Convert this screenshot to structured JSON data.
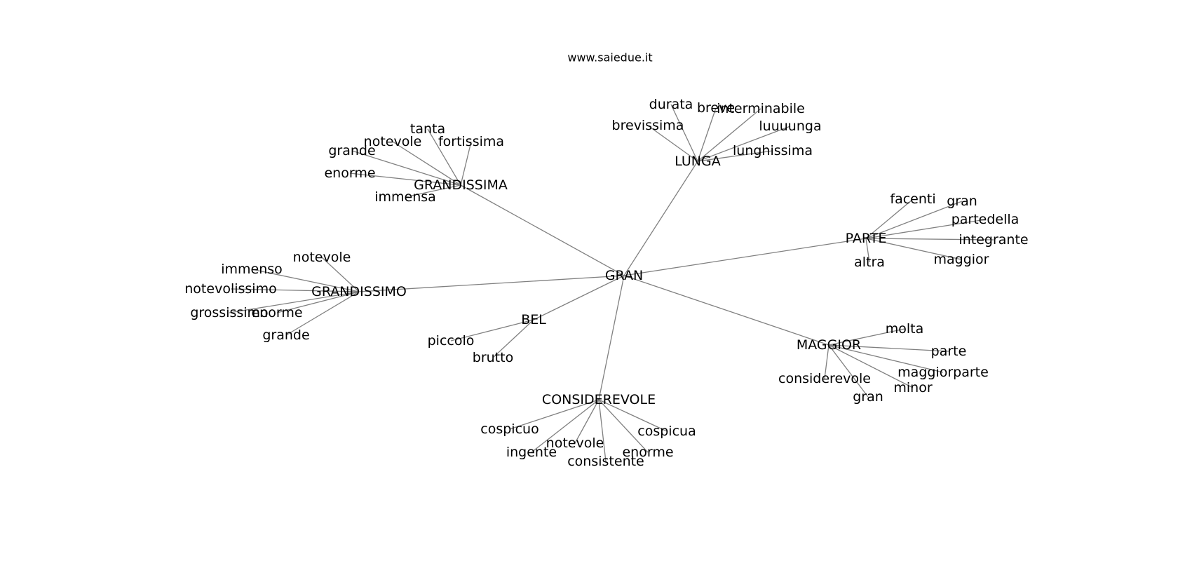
{
  "header": {
    "site": "www.saiedue.it"
  },
  "graph": {
    "root": "GRAN",
    "nodes": [
      {
        "id": "GRAN",
        "label": "GRAN"
      },
      {
        "id": "LUNGA",
        "label": "LUNGA"
      },
      {
        "id": "GRANDISSIMA",
        "label": "GRANDISSIMA"
      },
      {
        "id": "GRANDISSIMO",
        "label": "GRANDISSIMO"
      },
      {
        "id": "PARTE",
        "label": "PARTE"
      },
      {
        "id": "MAGGIOR",
        "label": "MAGGIOR"
      },
      {
        "id": "BEL",
        "label": "BEL"
      },
      {
        "id": "CONSIDEREVOLE",
        "label": "CONSIDEREVOLE"
      },
      {
        "id": "lunga-durata",
        "label": "durata"
      },
      {
        "id": "lunga-breve",
        "label": "breve"
      },
      {
        "id": "lunga-interminabile",
        "label": "interminabile"
      },
      {
        "id": "lunga-luuuunga",
        "label": "luuuunga"
      },
      {
        "id": "lunga-brevissima",
        "label": "brevissima"
      },
      {
        "id": "lunga-lunghissima",
        "label": "lunghissima"
      },
      {
        "id": "gma-tanta",
        "label": "tanta"
      },
      {
        "id": "gma-notevole",
        "label": "notevole"
      },
      {
        "id": "gma-fortissima",
        "label": "fortissima"
      },
      {
        "id": "gma-grande",
        "label": "grande"
      },
      {
        "id": "gma-enorme",
        "label": "enorme"
      },
      {
        "id": "gma-immensa",
        "label": "immensa"
      },
      {
        "id": "gmo-notevole",
        "label": "notevole"
      },
      {
        "id": "gmo-immenso",
        "label": "immenso"
      },
      {
        "id": "gmo-notevolissimo",
        "label": "notevolissimo"
      },
      {
        "id": "gmo-grossissimo",
        "label": "grossissimo"
      },
      {
        "id": "gmo-enorme",
        "label": "enorme"
      },
      {
        "id": "gmo-grande",
        "label": "grande"
      },
      {
        "id": "parte-facenti",
        "label": "facenti"
      },
      {
        "id": "parte-gran",
        "label": "gran"
      },
      {
        "id": "parte-partedella",
        "label": "partedella"
      },
      {
        "id": "parte-integrante",
        "label": "integrante"
      },
      {
        "id": "parte-maggior",
        "label": "maggior"
      },
      {
        "id": "parte-altra",
        "label": "altra"
      },
      {
        "id": "maggior-molta",
        "label": "molta"
      },
      {
        "id": "maggior-parte",
        "label": "parte"
      },
      {
        "id": "maggior-maggiorparte",
        "label": "maggiorparte"
      },
      {
        "id": "maggior-minor",
        "label": "minor"
      },
      {
        "id": "maggior-considerevole",
        "label": "considerevole"
      },
      {
        "id": "maggior-gran",
        "label": "gran"
      },
      {
        "id": "bel-piccolo",
        "label": "piccolo"
      },
      {
        "id": "bel-brutto",
        "label": "brutto"
      },
      {
        "id": "cons-cospicuo",
        "label": "cospicuo"
      },
      {
        "id": "cons-notevole",
        "label": "notevole"
      },
      {
        "id": "cons-cospicua",
        "label": "cospicua"
      },
      {
        "id": "cons-ingente",
        "label": "ingente"
      },
      {
        "id": "cons-enorme",
        "label": "enorme"
      },
      {
        "id": "cons-consistente",
        "label": "consistente"
      }
    ],
    "edges": [
      [
        "GRAN",
        "LUNGA"
      ],
      [
        "GRAN",
        "GRANDISSIMA"
      ],
      [
        "GRAN",
        "GRANDISSIMO"
      ],
      [
        "GRAN",
        "PARTE"
      ],
      [
        "GRAN",
        "MAGGIOR"
      ],
      [
        "GRAN",
        "BEL"
      ],
      [
        "GRAN",
        "CONSIDEREVOLE"
      ],
      [
        "LUNGA",
        "lunga-durata"
      ],
      [
        "LUNGA",
        "lunga-breve"
      ],
      [
        "LUNGA",
        "lunga-interminabile"
      ],
      [
        "LUNGA",
        "lunga-luuuunga"
      ],
      [
        "LUNGA",
        "lunga-brevissima"
      ],
      [
        "LUNGA",
        "lunga-lunghissima"
      ],
      [
        "GRANDISSIMA",
        "gma-tanta"
      ],
      [
        "GRANDISSIMA",
        "gma-notevole"
      ],
      [
        "GRANDISSIMA",
        "gma-fortissima"
      ],
      [
        "GRANDISSIMA",
        "gma-grande"
      ],
      [
        "GRANDISSIMA",
        "gma-enorme"
      ],
      [
        "GRANDISSIMA",
        "gma-immensa"
      ],
      [
        "GRANDISSIMO",
        "gmo-notevole"
      ],
      [
        "GRANDISSIMO",
        "gmo-immenso"
      ],
      [
        "GRANDISSIMO",
        "gmo-notevolissimo"
      ],
      [
        "GRANDISSIMO",
        "gmo-grossissimo"
      ],
      [
        "GRANDISSIMO",
        "gmo-enorme"
      ],
      [
        "GRANDISSIMO",
        "gmo-grande"
      ],
      [
        "PARTE",
        "parte-facenti"
      ],
      [
        "PARTE",
        "parte-gran"
      ],
      [
        "PARTE",
        "parte-partedella"
      ],
      [
        "PARTE",
        "parte-integrante"
      ],
      [
        "PARTE",
        "parte-maggior"
      ],
      [
        "PARTE",
        "parte-altra"
      ],
      [
        "MAGGIOR",
        "maggior-molta"
      ],
      [
        "MAGGIOR",
        "maggior-parte"
      ],
      [
        "MAGGIOR",
        "maggior-maggiorparte"
      ],
      [
        "MAGGIOR",
        "maggior-minor"
      ],
      [
        "MAGGIOR",
        "maggior-considerevole"
      ],
      [
        "MAGGIOR",
        "maggior-gran"
      ],
      [
        "BEL",
        "bel-piccolo"
      ],
      [
        "BEL",
        "bel-brutto"
      ],
      [
        "CONSIDEREVOLE",
        "cons-cospicuo"
      ],
      [
        "CONSIDEREVOLE",
        "cons-notevole"
      ],
      [
        "CONSIDEREVOLE",
        "cons-cospicua"
      ],
      [
        "CONSIDEREVOLE",
        "cons-ingente"
      ],
      [
        "CONSIDEREVOLE",
        "cons-enorme"
      ],
      [
        "CONSIDEREVOLE",
        "cons-consistente"
      ]
    ]
  }
}
